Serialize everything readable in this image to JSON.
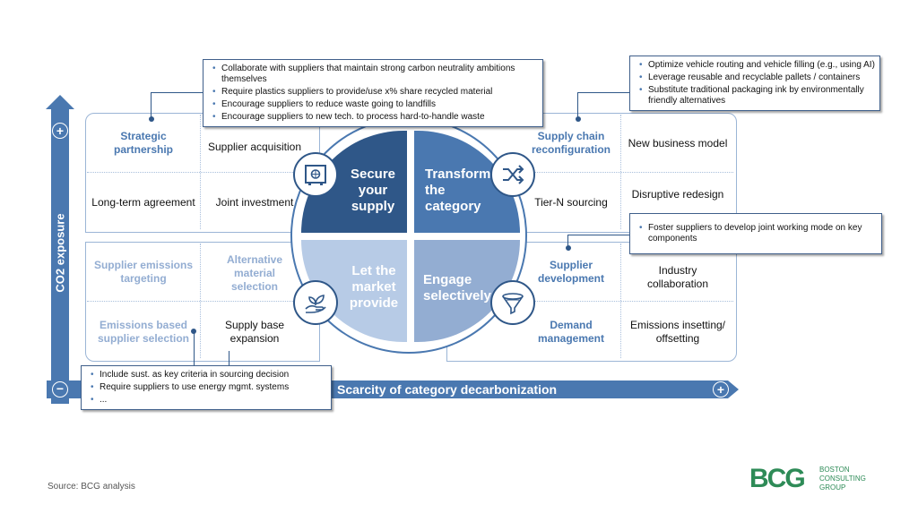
{
  "axis_y": {
    "label": "CO2 exposure",
    "plus": "+",
    "minus": "−"
  },
  "axis_x": {
    "label": "Scarcity of category decarbonization",
    "plus": "+"
  },
  "quadrants": {
    "secure": "Secure your supply",
    "transform": "Transform the category",
    "market": "Let the market provide",
    "engage": "Engage selectively"
  },
  "left_top": {
    "r1c1": "Strategic partnership",
    "r1c2": "Supplier acquisition",
    "r2c1": "Long-term agreement",
    "r2c2": "Joint investment"
  },
  "left_bottom": {
    "r1c1": "Supplier emissions targeting",
    "r1c2": "Alternative material selection",
    "r2c1": "Emissions based supplier selection",
    "r2c2": "Supply base expansion"
  },
  "right_top": {
    "r1c1": "Supply chain reconfiguration",
    "r1c2": "New business model",
    "r2c1": "Tier-N sourcing",
    "r2c2": "Disruptive redesign"
  },
  "right_bottom": {
    "r1c1": "Supplier development",
    "r1c2": "Industry collaboration",
    "r2c1": "Demand management",
    "r2c2": "Emissions insetting/ offsetting"
  },
  "callouts": {
    "strategic": [
      "Collaborate with suppliers that maintain strong carbon neutrality ambitions themselves",
      "Require plastics suppliers to provide/use x% share recycled material",
      "Encourage suppliers to reduce waste going to landfills",
      "Encourage suppliers to new tech. to process hard-to-handle waste"
    ],
    "supply_chain": [
      "Optimize vehicle routing and vehicle filling (e.g., using AI)",
      "Leverage reusable and recyclable pallets / containers",
      "Substitute traditional packaging ink by environmentally friendly alternatives"
    ],
    "supplier_dev": [
      "Foster suppliers to develop joint working mode on key components"
    ],
    "emissions_based": [
      "Include sust. as key criteria in sourcing decision",
      "Require suppliers to use energy mgmt. systems",
      "..."
    ]
  },
  "icons": {
    "secure": "safe-icon",
    "transform": "shuffle-icon",
    "market": "hand-plant-icon",
    "engage": "funnel-icon"
  },
  "colors": {
    "secure": "#2f5788",
    "transform": "#4a78b0",
    "market": "#b7cbe6",
    "engage": "#93add2",
    "axis": "#4a78b0",
    "bcg_green": "#2e8b57"
  },
  "footer": {
    "source": "Source: BCG analysis"
  },
  "logo": {
    "mark": "BCG",
    "line1": "BOSTON",
    "line2": "CONSULTING",
    "line3": "GROUP"
  }
}
